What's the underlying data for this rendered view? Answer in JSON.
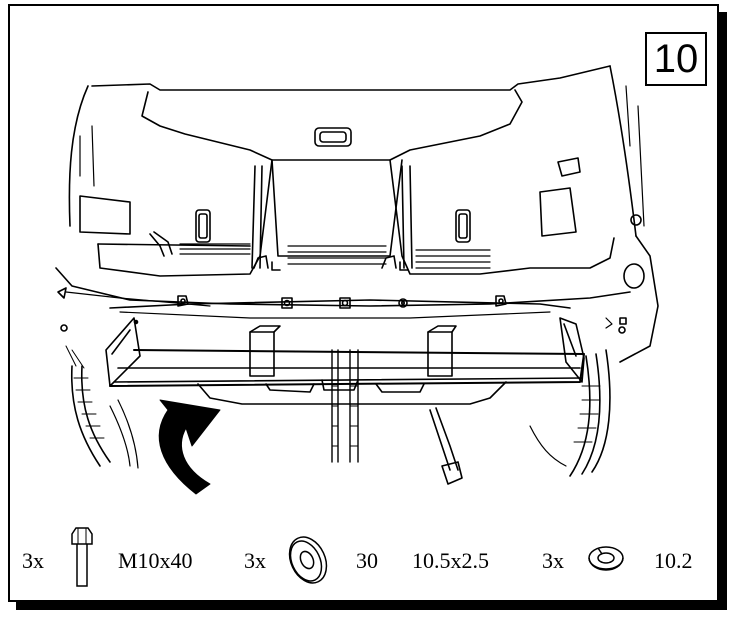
{
  "step": {
    "number": "10"
  },
  "parts": [
    {
      "qty": "3x",
      "icon": "bolt-icon",
      "spec": "M10x40"
    },
    {
      "qty": "3x",
      "icon": "flat-washer-icon",
      "spec": "30",
      "spec2": "10.5x2.5"
    },
    {
      "qty": "3x",
      "icon": "spring-washer-icon",
      "spec": "10.2"
    }
  ]
}
